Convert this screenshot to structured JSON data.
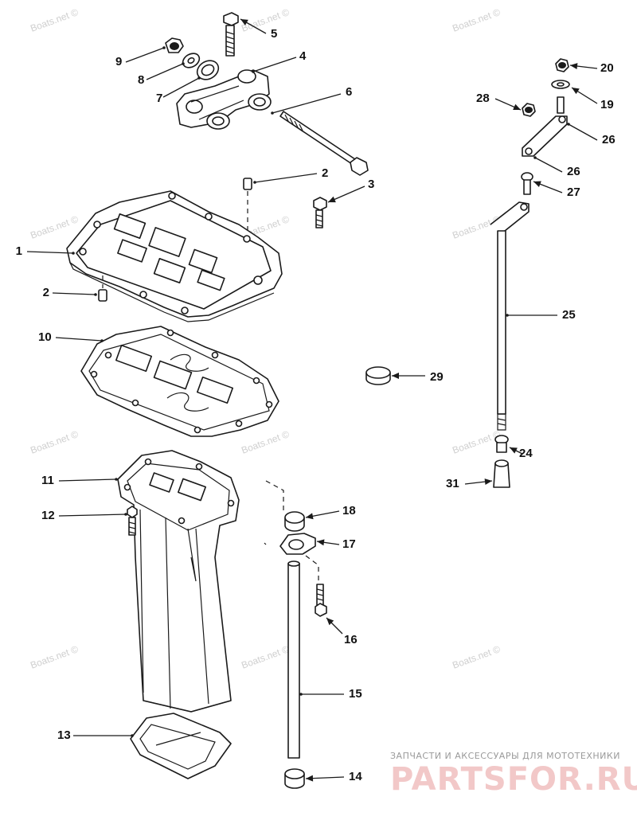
{
  "watermark": "Boats.net ©",
  "brand": {
    "tagline": "ЗАПЧАСТИ И АКСЕССУАРЫ ДЛЯ МОТОТЕХНИКИ",
    "logo": "PARTSFOR.RU"
  },
  "callouts": [
    "1",
    "2",
    "2",
    "3",
    "4",
    "5",
    "6",
    "7",
    "8",
    "9",
    "10",
    "11",
    "12",
    "13",
    "14",
    "15",
    "16",
    "17",
    "18",
    "19",
    "20",
    "24",
    "25",
    "26",
    "26",
    "27",
    "28",
    "29",
    "31"
  ]
}
